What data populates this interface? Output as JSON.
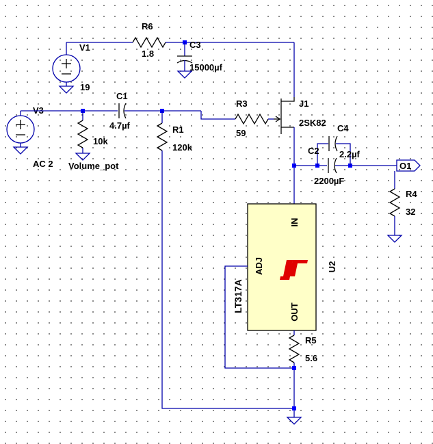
{
  "components": {
    "V1": {
      "ref": "V1",
      "value": "19"
    },
    "V3": {
      "ref": "V3",
      "value": "AC 2"
    },
    "R6": {
      "ref": "R6",
      "value": "1.8"
    },
    "C3": {
      "ref": "C3",
      "value": "15000µf"
    },
    "C1": {
      "ref": "C1",
      "value": "4.7µf"
    },
    "R1": {
      "ref": "R1",
      "value": "120k"
    },
    "R3": {
      "ref": "R3",
      "value": "59"
    },
    "J1": {
      "ref": "J1",
      "value": "2SK82"
    },
    "C4": {
      "ref": "C4",
      "value": "2.2µf"
    },
    "C2": {
      "ref": "C2",
      "value": "2200µF"
    },
    "POT": {
      "value": "10k",
      "name": "Volume_pot"
    },
    "R4": {
      "ref": "R4",
      "value": "32"
    },
    "R5": {
      "ref": "R5",
      "value": "5.6"
    },
    "U2": {
      "ref": "U2",
      "part": "LT317A",
      "pin_in": "IN",
      "pin_adj": "ADJ",
      "pin_out": "OUT"
    }
  },
  "output_port": "O1",
  "colors": {
    "wire": "#0000aa",
    "node": "#0000ff",
    "ic_fill": "#ffffc8",
    "logo": "#e00000",
    "grid_dot": "#6e6e6e"
  }
}
